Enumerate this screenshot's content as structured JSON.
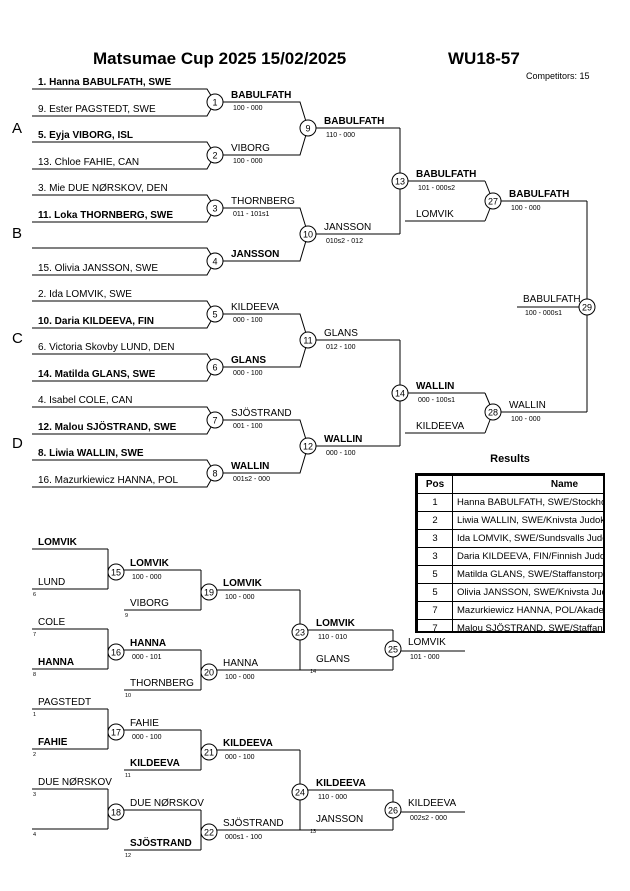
{
  "header": {
    "title": "Matsumae Cup 2025  15/02/2025",
    "category": "WU18-57",
    "competitors": "Competitors: 15"
  },
  "pools": [
    "A",
    "B",
    "C",
    "D"
  ],
  "entrants": [
    {
      "text": "1. Hanna BABULFATH, SWE",
      "bold": true
    },
    {
      "text": "9. Ester PAGSTEDT, SWE",
      "bold": false
    },
    {
      "text": "5. Eyja VIBORG, ISL",
      "bold": true
    },
    {
      "text": "13. Chloe FAHIE, CAN",
      "bold": false
    },
    {
      "text": "3. Mie DUE NØRSKOV, DEN",
      "bold": false
    },
    {
      "text": "11. Loka THORNBERG, SWE",
      "bold": true
    },
    {
      "text": "",
      "bold": false
    },
    {
      "text": "15. Olivia JANSSON, SWE",
      "bold": false
    },
    {
      "text": "2. Ida LOMVIK, SWE",
      "bold": false
    },
    {
      "text": "10. Daria KILDEEVA, FIN",
      "bold": true
    },
    {
      "text": "6. Victoria Skovby LUND, DEN",
      "bold": false
    },
    {
      "text": "14. Matilda GLANS, SWE",
      "bold": true
    },
    {
      "text": "4. Isabel COLE, CAN",
      "bold": false
    },
    {
      "text": "12. Malou SJÖSTRAND, SWE",
      "bold": true
    },
    {
      "text": "8. Liwia WALLIN, SWE",
      "bold": true
    },
    {
      "text": "16. Mazurkiewicz HANNA, POL",
      "bold": false
    }
  ],
  "round1": [
    {
      "num": "1",
      "winner": "BABULFATH",
      "winner_bold": true,
      "score": "100 - 000"
    },
    {
      "num": "2",
      "winner": "VIBORG",
      "winner_bold": false,
      "score": "100 - 000"
    },
    {
      "num": "3",
      "winner": "THORNBERG",
      "winner_bold": false,
      "score": "011 - 101s1"
    },
    {
      "num": "4",
      "winner": "JANSSON",
      "winner_bold": true,
      "score": ""
    },
    {
      "num": "5",
      "winner": "KILDEEVA",
      "winner_bold": false,
      "score": "000 - 100"
    },
    {
      "num": "6",
      "winner": "GLANS",
      "winner_bold": true,
      "score": "000 - 100"
    },
    {
      "num": "7",
      "winner": "SJÖSTRAND",
      "winner_bold": false,
      "score": "001 - 100"
    },
    {
      "num": "8",
      "winner": "WALLIN",
      "winner_bold": true,
      "score": "001s2 - 000"
    }
  ],
  "round2": [
    {
      "num": "9",
      "winner": "BABULFATH",
      "winner_bold": true,
      "score": "110 - 000"
    },
    {
      "num": "10",
      "winner": "JANSSON",
      "winner_bold": false,
      "score": "010s2 - 012"
    },
    {
      "num": "11",
      "winner": "GLANS",
      "winner_bold": false,
      "score": "012 - 100"
    },
    {
      "num": "12",
      "winner": "WALLIN",
      "winner_bold": true,
      "score": "000 - 100"
    }
  ],
  "round3": [
    {
      "num": "13",
      "winner": "BABULFATH",
      "winner_bold": true,
      "score": "101 - 000s2"
    },
    {
      "num": "14",
      "winner": "WALLIN",
      "winner_bold": true,
      "score": "000 - 100s1"
    }
  ],
  "loser_labels": [
    "LOMVIK",
    "KILDEEVA"
  ],
  "semis": [
    {
      "num": "27",
      "winner": "BABULFATH",
      "winner_bold": true,
      "score": "100 - 000"
    },
    {
      "num": "28",
      "winner": "WALLIN",
      "winner_bold": false,
      "score": "100 - 000"
    }
  ],
  "final": {
    "num": "29",
    "winner": "BABULFATH",
    "winner_bold": false,
    "score": "100 - 000s1"
  },
  "repechage": {
    "r1": [
      {
        "num": "15",
        "top": "LOMVIK",
        "top_bold": true,
        "top_small": "",
        "bottom": "LUND",
        "bottom_bold": false,
        "bottom_small": "6",
        "winner": "LOMVIK",
        "winner_bold": true,
        "score": "100 - 000"
      },
      {
        "num": "16",
        "top": "COLE",
        "top_bold": false,
        "top_small": "7",
        "bottom": "HANNA",
        "bottom_bold": true,
        "bottom_small": "8",
        "winner": "HANNA",
        "winner_bold": true,
        "score": "000 - 101"
      },
      {
        "num": "17",
        "top": "PAGSTEDT",
        "top_bold": false,
        "top_small": "1",
        "bottom": "FAHIE",
        "bottom_bold": true,
        "bottom_small": "2",
        "winner": "FAHIE",
        "winner_bold": false,
        "score": "000 - 100"
      },
      {
        "num": "18",
        "top": "DUE NØRSKOV",
        "top_bold": false,
        "top_small": "3",
        "bottom": "",
        "bottom_bold": false,
        "bottom_small": "4",
        "winner": "DUE NØRSKOV",
        "winner_bold": false,
        "score": ""
      }
    ],
    "r2": [
      {
        "num": "19",
        "top_small": "9",
        "bottom": "VIBORG",
        "bottom_bold": false,
        "winner": "LOMVIK",
        "winner_bold": true,
        "score": "100 - 000"
      },
      {
        "num": "20",
        "top_small": "10",
        "bottom": "THORNBERG",
        "bottom_bold": false,
        "winner": "HANNA",
        "winner_bold": false,
        "score": "100 - 000"
      },
      {
        "num": "21",
        "top_small": "11",
        "bottom": "KILDEEVA",
        "bottom_bold": true,
        "winner": "KILDEEVA",
        "winner_bold": true,
        "score": "000 - 100"
      },
      {
        "num": "22",
        "top_small": "12",
        "bottom": "SJÖSTRAND",
        "bottom_bold": true,
        "winner": "SJÖSTRAND",
        "winner_bold": false,
        "score": "000s1 - 100"
      }
    ],
    "r3": [
      {
        "num": "23",
        "bottom": "GLANS",
        "bottom_bold": false,
        "bottom_small": "14",
        "winner": "LOMVIK",
        "winner_bold": true,
        "score": "110 - 010"
      },
      {
        "num": "24",
        "bottom": "JANSSON",
        "bottom_bold": false,
        "bottom_small": "13",
        "winner": "KILDEEVA",
        "winner_bold": true,
        "score": "110 - 000"
      }
    ],
    "bronze": [
      {
        "num": "25",
        "winner": "LOMVIK",
        "winner_bold": false,
        "score": "101 - 000"
      },
      {
        "num": "26",
        "winner": "KILDEEVA",
        "winner_bold": false,
        "score": "002s2 - 000"
      }
    ]
  },
  "results": {
    "title": "Results",
    "headers": [
      "Pos",
      "Name"
    ],
    "rows": [
      {
        "pos": "1",
        "name": "Hanna BABULFATH, SWE/Stockholms Judoklubb"
      },
      {
        "pos": "2",
        "name": "Liwia WALLIN, SWE/Knivsta Judoklubb"
      },
      {
        "pos": "3",
        "name": "Ida LOMVIK, SWE/Sundsvalls Judoklubb"
      },
      {
        "pos": "3",
        "name": "Daria KILDEEVA, FIN/Finnish Judo Association"
      },
      {
        "pos": "5",
        "name": "Matilda GLANS, SWE/Staffanstorps Judoklubb"
      },
      {
        "pos": "5",
        "name": "Olivia JANSSON, SWE/Knivsta Judoklubb"
      },
      {
        "pos": "7",
        "name": "Mazurkiewicz HANNA, POL/Akademia Judo"
      },
      {
        "pos": "7",
        "name": "Malou SJÖSTRAND, SWE/Staffanstorps Judoklubb"
      }
    ]
  }
}
